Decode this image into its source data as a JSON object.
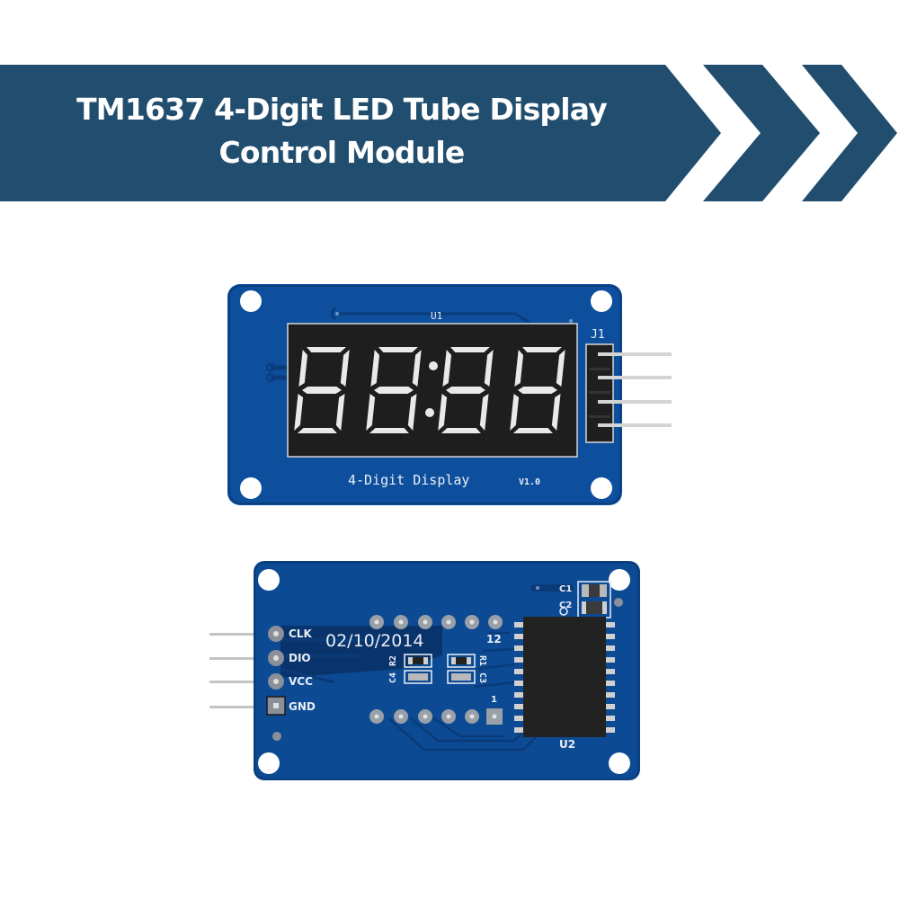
{
  "banner": {
    "title_line1": "TM1637 4-Digit LED Tube Display",
    "title_line2": "Control Module",
    "color": "#214d6e",
    "chevron_count": 2
  },
  "front_board": {
    "display_ref": "U1",
    "digits": [
      "8",
      "8",
      "8",
      "8"
    ],
    "colon": ":",
    "header_ref": "J1",
    "label": "4-Digit Display",
    "version": "V1.0",
    "pin_count": 4,
    "board_color": "#0d4f9c"
  },
  "back_board": {
    "date": "02/10/2014",
    "pins": [
      "CLK",
      "DIO",
      "VCC",
      "GND"
    ],
    "pin_12_label": "12",
    "pin_1_label": "1",
    "chip_ref": "U2",
    "components": {
      "r2": "R2",
      "r1": "R1",
      "c4": "C4",
      "c3": "C3",
      "c1": "C1",
      "c2": "C2"
    },
    "board_color": "#0d4a94"
  }
}
